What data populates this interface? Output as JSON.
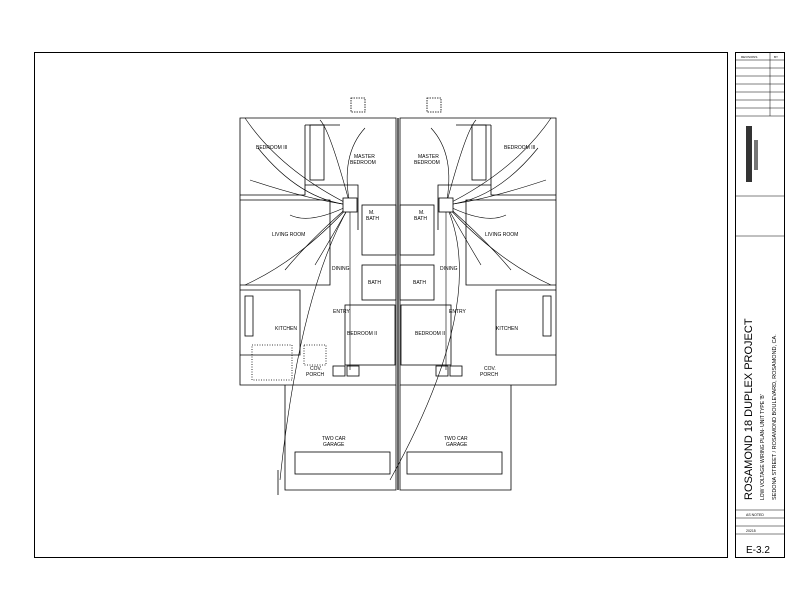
{
  "plan": {
    "rooms_left": {
      "bedroom3": "BEDROOM III",
      "master1": "MASTER",
      "master2": "BEDROOM",
      "mbath1": "M.",
      "mbath2": "BATH",
      "living": "LIVING ROOM",
      "dining": "DINING",
      "bath": "BATH",
      "entry": "ENTRY",
      "kitchen": "KITCHEN",
      "bedroom2": "BEDROOM II",
      "porch1": "COV.",
      "porch2": "PORCH",
      "garage1": "TWO CAR",
      "garage2": "GARAGE"
    },
    "rooms_right": {
      "bedroom3": "BEDROOM III",
      "master1": "MASTER",
      "master2": "BEDROOM",
      "mbath1": "M.",
      "mbath2": "BATH",
      "living": "LIVING ROOM",
      "dining": "DINING",
      "bath": "BATH",
      "entry": "ENTRY",
      "kitchen": "KITCHEN",
      "bedroom2": "BEDROOM II",
      "porch1": "COV.",
      "porch2": "PORCH",
      "garage1": "TWO CAR",
      "garage2": "GARAGE"
    }
  },
  "title_block": {
    "revisions_header": "REVISIONS",
    "by_header": "BY",
    "project_title": "ROSAMOND 18 DUPLEX PROJECT",
    "sheet_subtitle": "LOW VOLTAGE WIRING PLAN- UNIT TYPE 'B'",
    "address": "SEDONA STREET / ROSAMOND BOULEVARD, ROSAMOND, CA.",
    "scale_value": "AS NOTED",
    "job_value": "20215",
    "sheet_number": "E-3.2"
  }
}
